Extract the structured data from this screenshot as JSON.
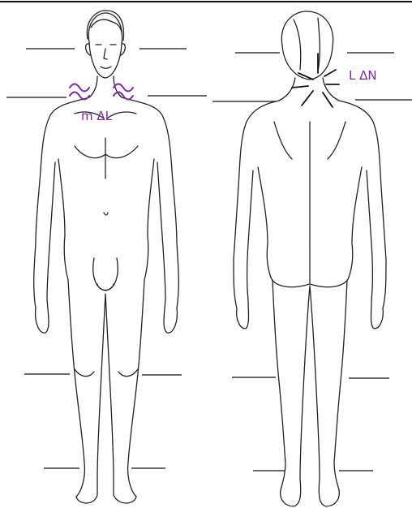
{
  "annotations": {
    "front": "m ΔL",
    "back": "L ΔN"
  },
  "colors": {
    "ink": "#222222",
    "annotation": "#7a2a9a"
  },
  "icons": [
    "human-front-figure",
    "human-back-figure",
    "squiggle-mark",
    "radiating-star-mark"
  ]
}
